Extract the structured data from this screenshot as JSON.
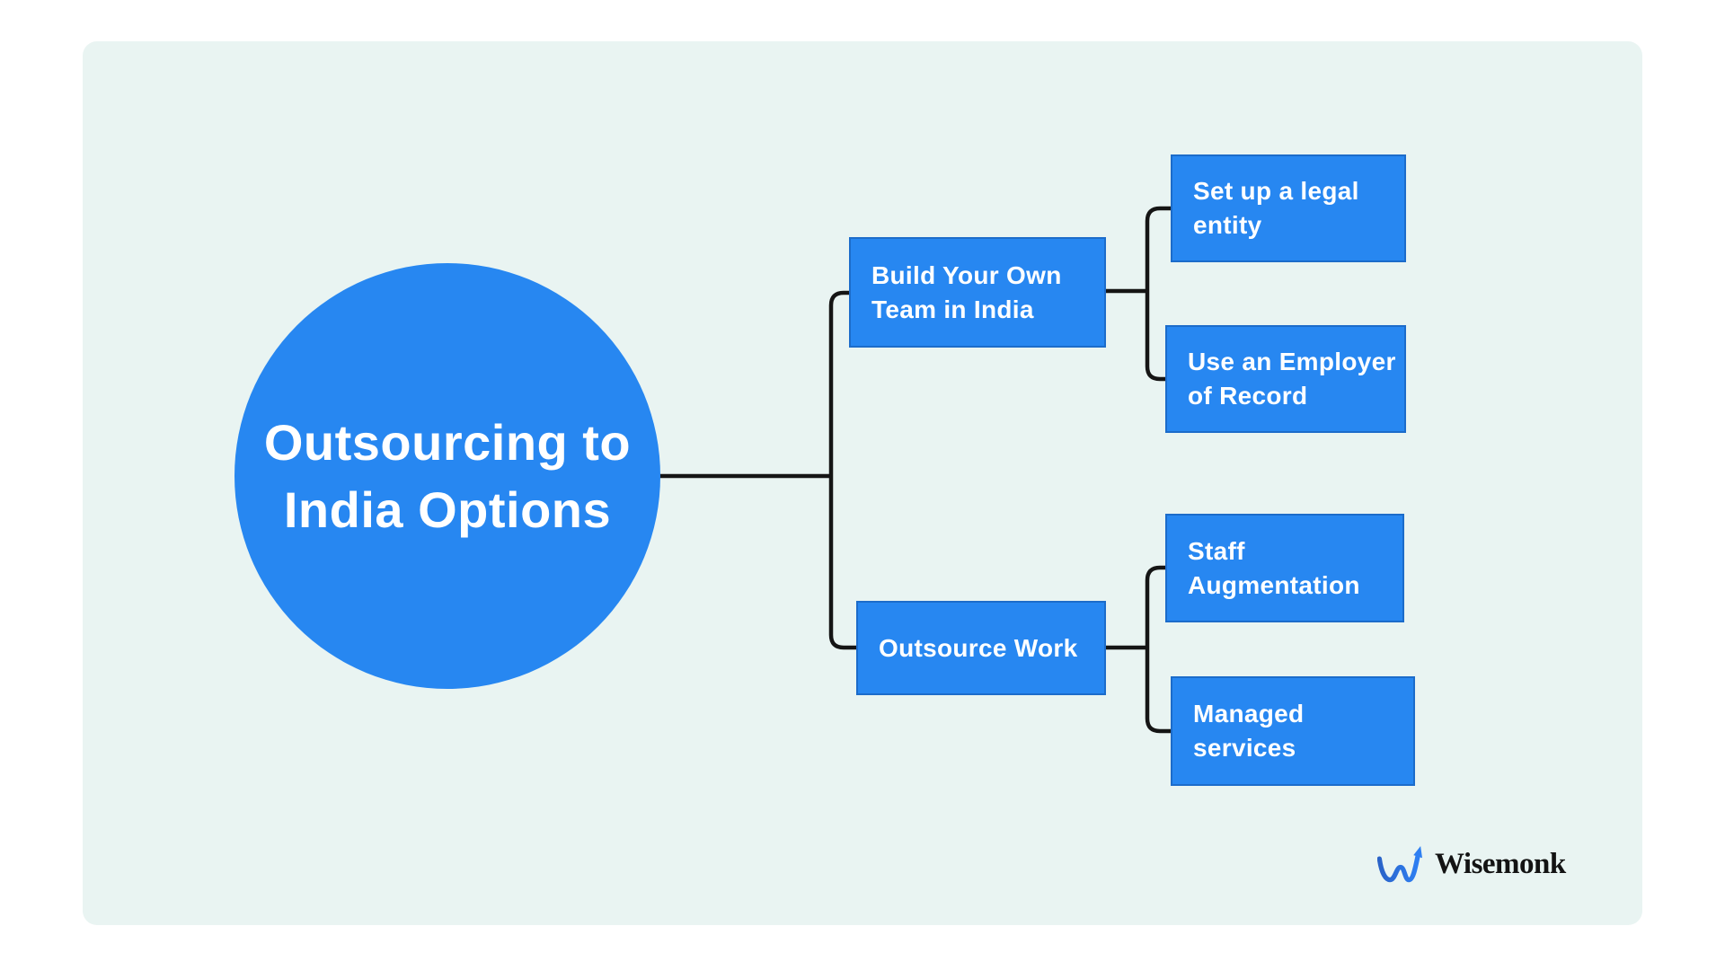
{
  "diagram": {
    "root": {
      "label": "Outsourcing to\nIndia Options"
    },
    "branches": [
      {
        "label": "Build Your Own\nTeam in India",
        "children": [
          {
            "label": "Set up a legal\nentity"
          },
          {
            "label": "Use an Employer\nof Record"
          }
        ]
      },
      {
        "label": "Outsource Work",
        "children": [
          {
            "label": "Staff\nAugmentation"
          },
          {
            "label": "Managed\nservices"
          }
        ]
      }
    ]
  },
  "branding": {
    "logo_text": "Wisemonk"
  },
  "colors": {
    "page_background": "#ffffff",
    "card_background": "#e9f4f2",
    "node_fill": "#2787f1",
    "node_border": "#175eb5",
    "node_text": "#ffffff",
    "connector": "#151515",
    "logo_mark": "#2d6fe4",
    "logo_text_color": "#131313"
  }
}
